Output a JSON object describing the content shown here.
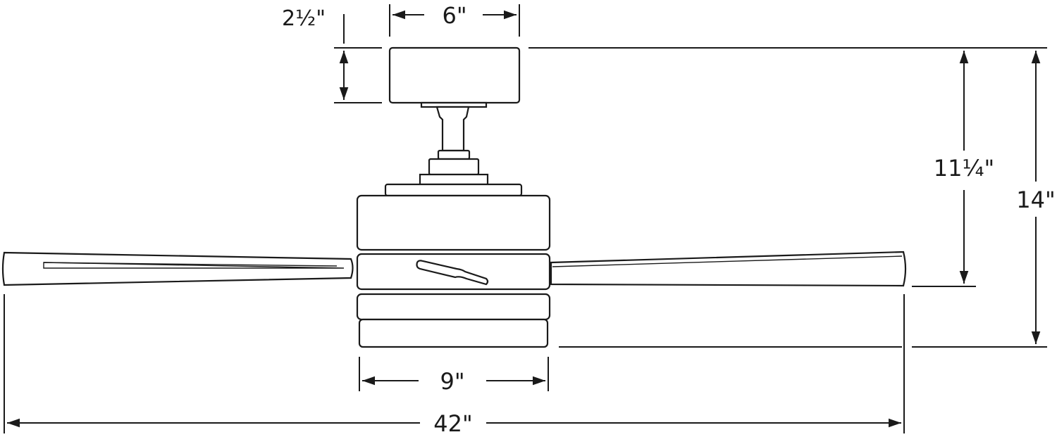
{
  "drawing": {
    "subject": "ceiling-fan-dimension-diagram",
    "dimensions": {
      "canopy_height": "2½\"",
      "canopy_width": "6\"",
      "body_height": "11¼\"",
      "overall_height": "14\"",
      "housing_width": "9\"",
      "blade_span": "42\""
    }
  },
  "colors": {
    "line": "#1a1a1a",
    "background": "#ffffff"
  }
}
